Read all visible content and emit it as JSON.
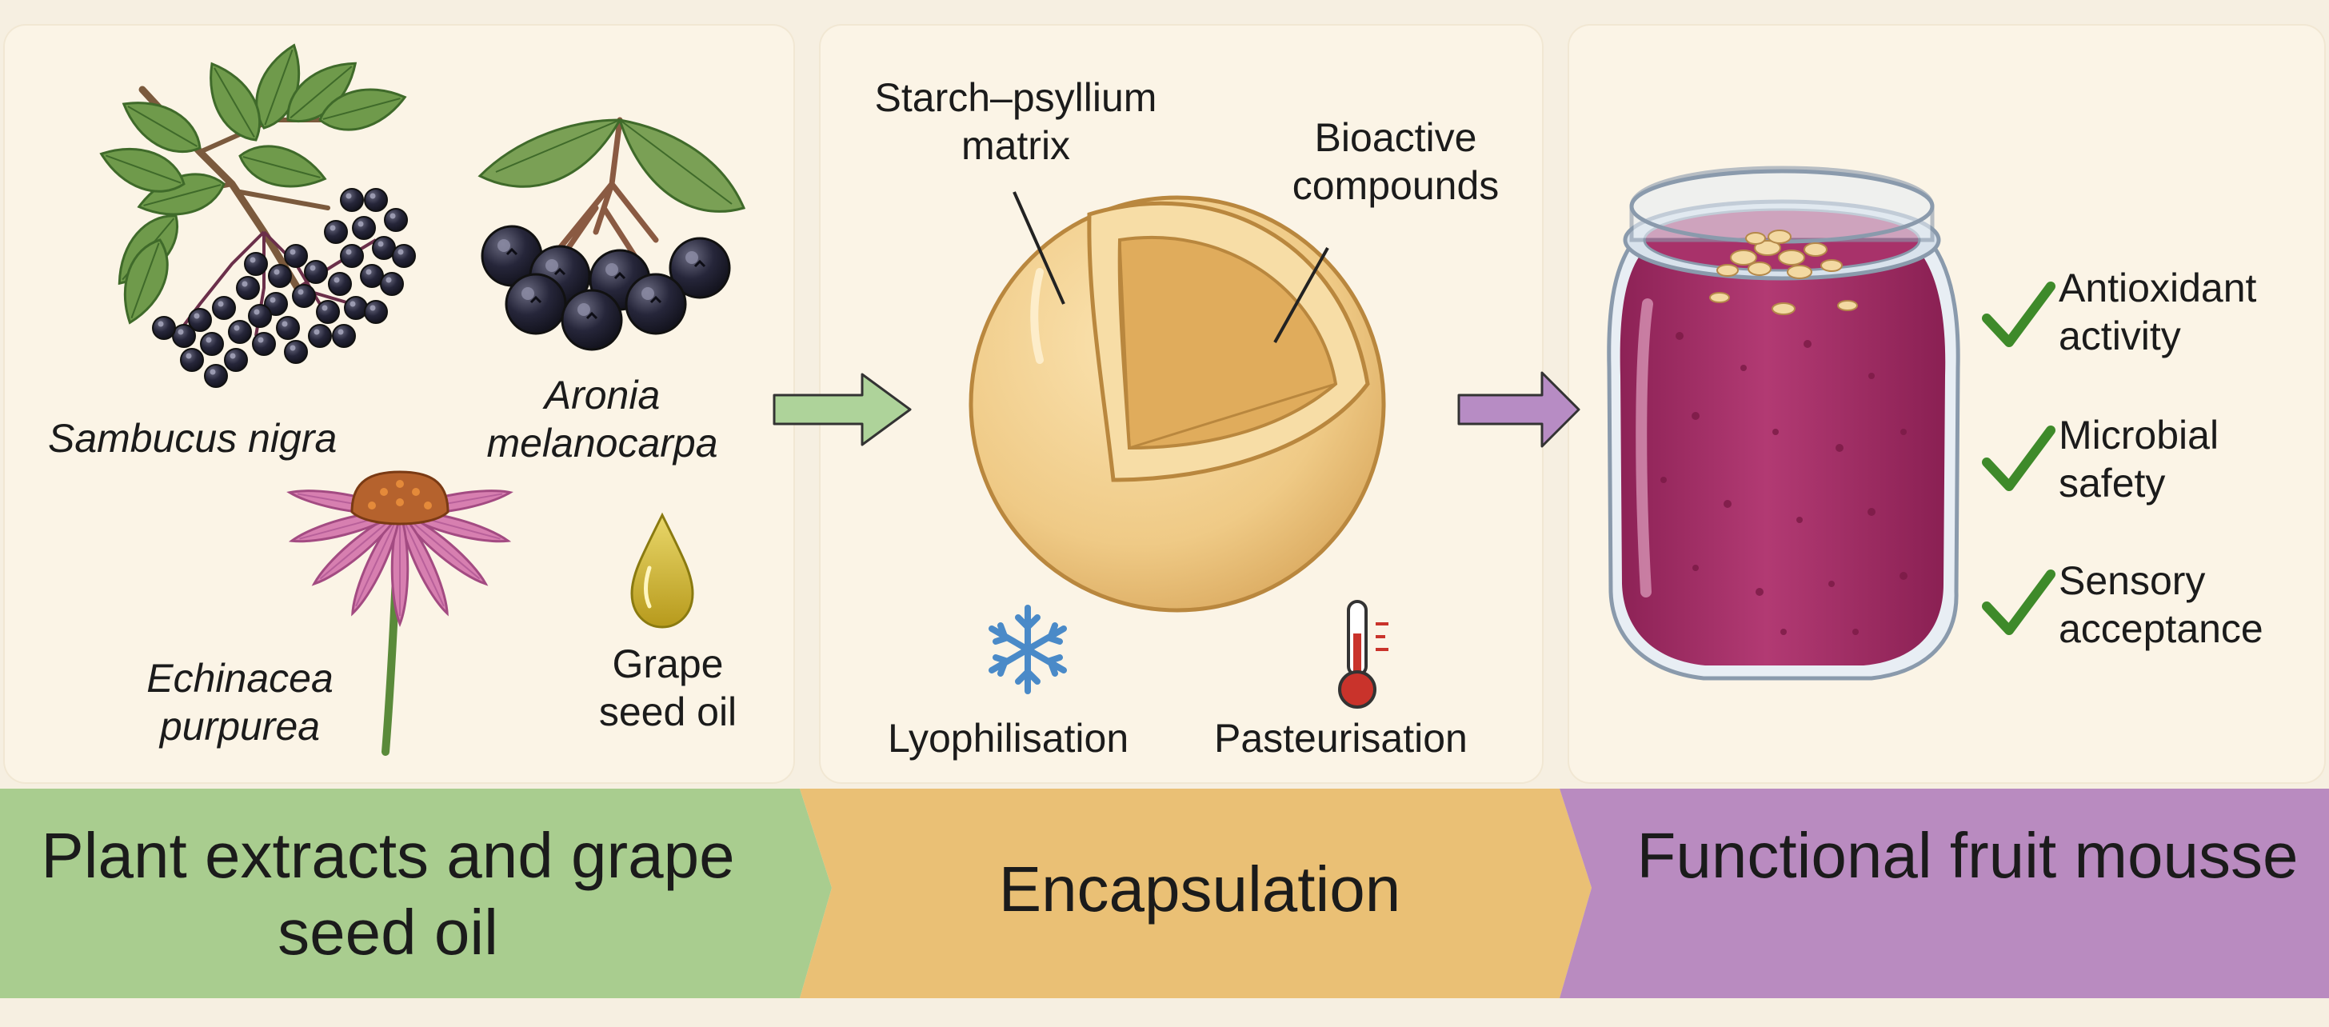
{
  "stage1": {
    "species": {
      "sambucus": "Sambucus nigra",
      "aronia": "Aronia\nmelanocarpa",
      "echinacea": "Echinacea\npurpurea",
      "grape_oil": "Grape\nseed oil"
    },
    "banner": "Plant extracts and grape\nseed oil",
    "banner_color": "#a9cd8f"
  },
  "stage2": {
    "labels": {
      "matrix": "Starch–psyllium\nmatrix",
      "bioactive": "Bioactive\ncompounds",
      "lyophilisation": "Lyophilisation",
      "pasteurisation": "Pasteurisation"
    },
    "banner": "Encapsulation",
    "banner_color": "#eac075"
  },
  "stage3": {
    "outcomes": [
      {
        "label": "Antioxidant\nactivity"
      },
      {
        "label": "Microbial\nsafety"
      },
      {
        "label": "Sensory\nacceptance"
      }
    ],
    "banner": "Functional fruit\nmousse",
    "banner_color": "#b98bc0"
  },
  "icons": [
    "leaf-icon",
    "berry-icon",
    "flower-icon",
    "oil-drop-icon",
    "arrow-right-icon",
    "capsule-sphere-icon",
    "snowflake-icon",
    "thermometer-icon",
    "jar-icon",
    "checkmark-icon"
  ],
  "colors": {
    "arrow_green": "#aed39a",
    "arrow_purple": "#b78cc4",
    "check_green": "#3e8a2a",
    "mousse": "#a8326a"
  }
}
